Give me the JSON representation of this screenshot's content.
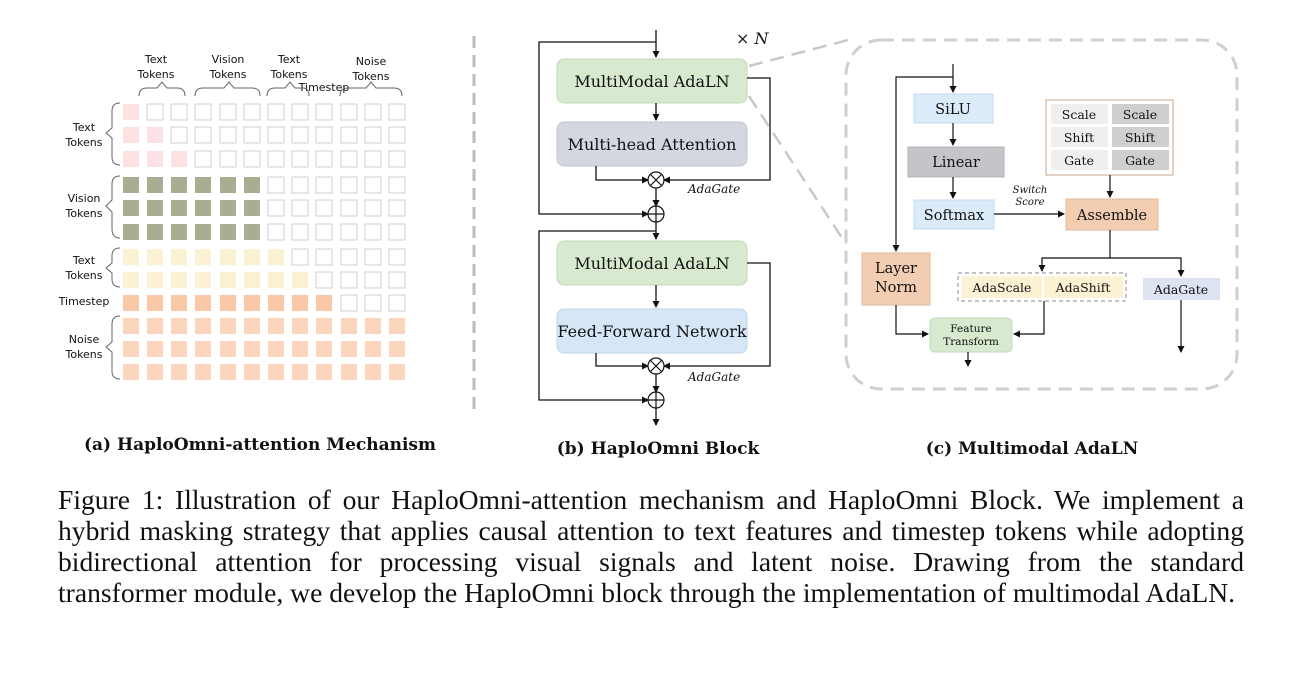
{
  "panel_a": {
    "top_labels": [
      [
        "Text",
        "Tokens"
      ],
      [
        "Vision",
        "Tokens"
      ],
      [
        "Text",
        "Tokens"
      ],
      [
        "Noise",
        "Tokens"
      ]
    ],
    "timestep_top": "Timestep",
    "row_labels": [
      {
        "lines": [
          "Text",
          "Tokens"
        ]
      },
      {
        "lines": [
          "Vision",
          "Tokens"
        ]
      },
      {
        "lines": [
          "Text",
          "Tokens"
        ]
      },
      {
        "lines": [
          "Timestep"
        ]
      },
      {
        "lines": [
          "Noise",
          "Tokens"
        ]
      }
    ],
    "colors": {
      "text": "#fde2e3",
      "vision": "#a8ae92",
      "text2": "#fbf1d3",
      "timestep": "#f9c8a7",
      "noise": "#fbd5bd",
      "empty": "#ffffff"
    },
    "caption": "(a) HaploOmni-attention Mechanism"
  },
  "panel_b": {
    "repeat": "× N",
    "adaln1": "MultiModal AdaLN",
    "attention": "Multi-head Attention",
    "adaln2": "MultiModal AdaLN",
    "ffn": "Feed-Forward Network",
    "adagate1": "AdaGate",
    "adagate2": "AdaGate",
    "caption": "(b) HaploOmni Block"
  },
  "panel_c": {
    "silu": "SiLU",
    "linear": "Linear",
    "softmax": "Softmax",
    "switch_score": [
      "Switch",
      "Score"
    ],
    "assemble": "Assemble",
    "layer_norm": [
      "Layer",
      "Norm"
    ],
    "table": [
      [
        "Scale",
        "Scale"
      ],
      [
        "Shift",
        "Shift"
      ],
      [
        "Gate",
        "Gate"
      ]
    ],
    "ada_scale": "AdaScale",
    "ada_shift": "AdaShift",
    "ada_gate": "AdaGate",
    "feature_transform": [
      "Feature",
      "Transform"
    ],
    "caption": "(c) Multimodal AdaLN"
  },
  "figure_caption": "Figure 1: Illustration of our HaploOmni-attention mechanism and HaploOmni Block. We implement a hybrid masking strategy that applies causal attention to text features and timestep tokens while adopting bidirectional attention for processing visual signals and latent noise. Drawing from the standard transformer module, we develop the HaploOmni block through the implementation of multimodal AdaLN."
}
